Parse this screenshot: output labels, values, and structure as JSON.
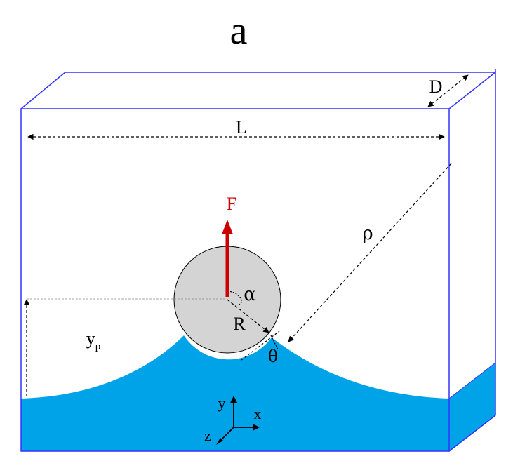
{
  "figure": {
    "panel_label": "a",
    "labels": {
      "length": "L",
      "depth": "D",
      "force": "F",
      "radius_of_curvature": "ρ",
      "angle_alpha": "α",
      "particle_radius": "R",
      "contact_angle": "θ",
      "height_base": "y",
      "height_sub": "p"
    },
    "axes": {
      "y": "y",
      "x": "x",
      "z": "z"
    },
    "colors": {
      "box_edge": "#3333ff",
      "liquid": "#00a3e8",
      "particle": "#d4d4d4",
      "force_arrow": "#cc0000",
      "annotation": "#000000"
    }
  }
}
